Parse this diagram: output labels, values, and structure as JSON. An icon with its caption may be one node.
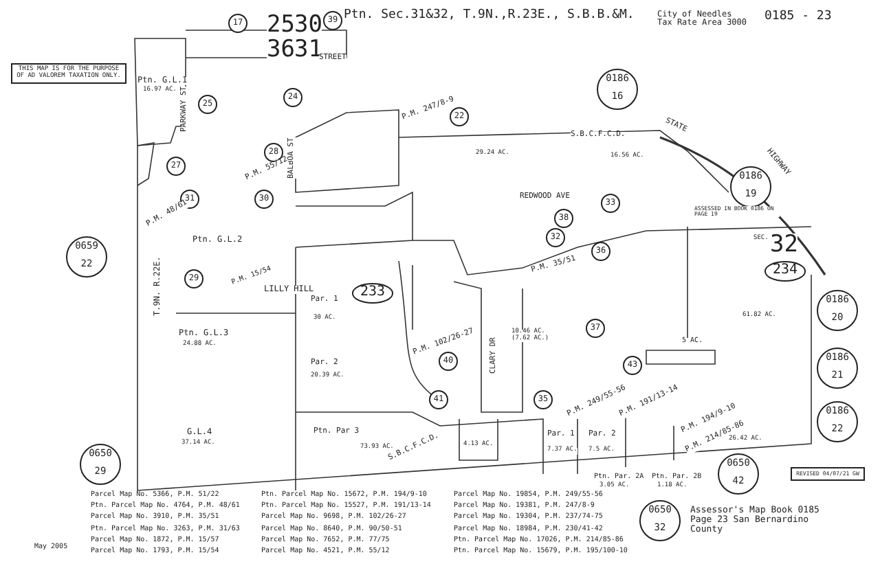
{
  "diagram": {
    "title": "Ptn. Sec.31&32, T.9N.,R.23E., S.B.B.&M.",
    "labels": [
      "25",
      "30",
      "36",
      "31",
      "City of Needles Tax Rate Area 3000",
      "0185 - 23",
      "THIS MAP IS FOR THE PURPOSE OF AD VALOREM TAXATION ONLY.",
      "17",
      "39",
      "STREET",
      "PARKWAY ST",
      "Ptn. G.L.1",
      "16.97 AC.",
      "25",
      "24",
      "22",
      "P.M. 247/8-9",
      "28",
      "BALBOA ST",
      "P.M. 55/12",
      "27",
      "0186 16",
      "29.24 AC.",
      "S.B.C.F.C.D.",
      "16.56 AC.",
      "STATE",
      "31",
      "30",
      "P.M. 48/61",
      "Ptn. G.L.2",
      "0659 22",
      "29",
      "P.M. 15/54",
      "T.9N. R.22E.",
      "LILLY HILL",
      "233",
      "REDWOOD AVE",
      "38",
      "33",
      "32",
      "36",
      "P.M. 35/51",
      "0186 19",
      "HIGHWAY",
      "ASSESSED IN BOOK 0186 ON PAGE 19",
      "SEC.",
      "32",
      "234",
      "0186 20",
      "61.82 AC.",
      "37",
      "CLARY DR",
      "10.46 AC. (7.62 AC.)",
      "40",
      "43",
      "5 AC.",
      "0186 21",
      "Ptn. G.L.3",
      "24.88 AC.",
      "Par. 1",
      "30 AC.",
      "Par. 2",
      "20.39 AC.",
      "P.M. 102/26-27",
      "41",
      "35",
      "P.M. 249/55-56",
      "P.M. 191/13-14",
      "G.L.4",
      "37.14 AC.",
      "Ptn. Par 3",
      "73.93 AC.",
      "4.13 AC.",
      "S.B.C.F.C.D.",
      "Par. 1",
      "7.37 AC.",
      "Par. 2",
      "7.5 AC.",
      "P.M. 194/9-10",
      "P.M. 214/85-86",
      "26.42 AC.",
      "0186 22",
      "0650 29",
      "Ptn. Par. 2A",
      "3.05 AC.",
      "Ptn. Par. 2B",
      "1.18 AC.",
      "0650 32",
      "0650 42",
      "Parcel Map No. 5366, P.M. 51/22",
      "Ptn. Parcel Map No. 4764, P.M. 48/61",
      "Parcel Map No. 3910, P.M. 35/51",
      "Ptn. Parcel Map No. 3263, P.M. 31/63",
      "Parcel Map No. 1872, P.M. 15/57",
      "Parcel Map No. 1793, P.M. 15/54",
      "Ptn. Parcel Map No. 15672, P.M. 194/9-10",
      "Ptn. Parcel Map No. 15527, P.M. 191/13-14",
      "Parcel Map No. 9698, P.M. 102/26-27",
      "Parcel Map No. 8640, P.M. 90/50-51",
      "Parcel Map No. 7652, P.M. 77/75",
      "Parcel Map No. 4521, P.M. 55/12",
      "Parcel Map No. 19854, P.M. 249/55-56",
      "Parcel Map No. 19381, P.M. 247/8-9",
      "Parcel Map No. 19304, P.M. 237/74-75",
      "Parcel Map No. 18984, P.M. 230/41-42",
      "Ptn. Parcel Map No. 17026, P.M. 214/85-86",
      "Ptn. Parcel Map No. 15679, P.M. 195/100-10",
      "Assessor's Map Book 0185 Page 23 San Bernardino County",
      "May 2005",
      "REVISED 04/07/21 GW"
    ]
  }
}
